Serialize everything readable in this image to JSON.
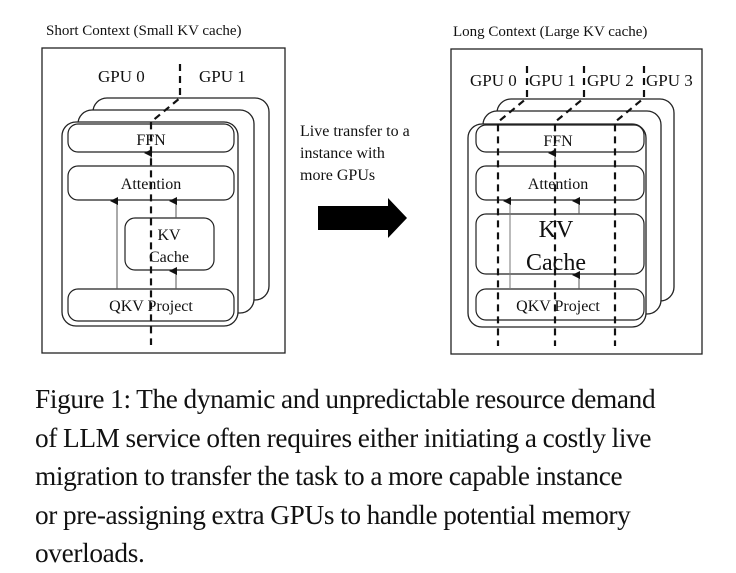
{
  "left_panel": {
    "title": "Short Context (Small KV cache)",
    "gpu_labels": [
      "GPU 0",
      "GPU 1"
    ],
    "blocks": {
      "ffn": "FFN",
      "attention": "Attention",
      "kv_cache_line1": "KV",
      "kv_cache_line2": "Cache",
      "qkv_project": "QKV Project"
    }
  },
  "transfer": {
    "lines": [
      "Live transfer to a",
      "instance with",
      "more GPUs"
    ],
    "icon": "right-arrow-icon"
  },
  "right_panel": {
    "title": "Long Context (Large KV cache)",
    "gpu_labels": [
      "GPU 0",
      "GPU 1",
      "GPU 2",
      "GPU 3"
    ],
    "blocks": {
      "ffn": "FFN",
      "attention": "Attention",
      "kv_cache_line1": "KV",
      "kv_cache_line2": "Cache",
      "qkv_project": "QKV Project"
    }
  },
  "caption": {
    "lines": [
      "Figure 1: The dynamic and unpredictable resource demand",
      "of LLM service often requires either initiating a costly live",
      "migration to transfer the task to a more capable instance",
      "or pre-assigning extra GPUs to handle potential memory",
      "overloads."
    ]
  }
}
